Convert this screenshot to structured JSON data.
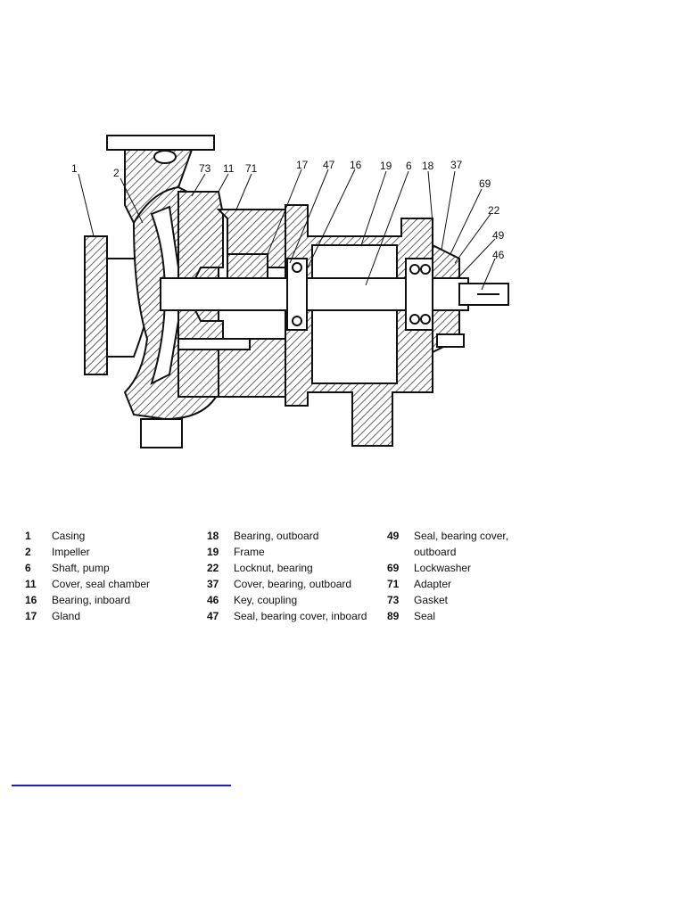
{
  "callouts": [
    {
      "id": "c1",
      "text": "1"
    },
    {
      "id": "c2",
      "text": "2"
    },
    {
      "id": "c73",
      "text": "73"
    },
    {
      "id": "c11",
      "text": "11"
    },
    {
      "id": "c71",
      "text": "71"
    },
    {
      "id": "c17",
      "text": "17"
    },
    {
      "id": "c47",
      "text": "47"
    },
    {
      "id": "c16",
      "text": "16"
    },
    {
      "id": "c19",
      "text": "19"
    },
    {
      "id": "c6",
      "text": "6"
    },
    {
      "id": "c18",
      "text": "18"
    },
    {
      "id": "c37",
      "text": "37"
    },
    {
      "id": "c69",
      "text": "69"
    },
    {
      "id": "c22",
      "text": "22"
    },
    {
      "id": "c49",
      "text": "49"
    },
    {
      "id": "c46",
      "text": "46"
    }
  ],
  "legend": {
    "col1": [
      {
        "num": "1",
        "label": "Casing"
      },
      {
        "num": "2",
        "label": "Impeller"
      },
      {
        "num": "6",
        "label": "Shaft, pump"
      },
      {
        "num": "11",
        "label": "Cover, seal chamber"
      },
      {
        "num": "16",
        "label": "Bearing, inboard"
      },
      {
        "num": "17",
        "label": "Gland"
      }
    ],
    "col2": [
      {
        "num": "18",
        "label": "Bearing, outboard"
      },
      {
        "num": "19",
        "label": "Frame"
      },
      {
        "num": "22",
        "label": "Locknut, bearing"
      },
      {
        "num": "37",
        "label": "Cover, bearing, outboard"
      },
      {
        "num": "46",
        "label": "Key, coupling"
      },
      {
        "num": "47",
        "label": "Seal, bearing cover, inboard"
      }
    ],
    "col3": [
      {
        "num": "49",
        "label": "Seal, bearing cover,\noutboard"
      },
      {
        "num": "69",
        "label": "Lockwasher"
      },
      {
        "num": "71",
        "label": "Adapter"
      },
      {
        "num": "73",
        "label": "Gasket"
      },
      {
        "num": "89",
        "label": "Seal"
      }
    ]
  },
  "link": {
    "text": ""
  }
}
